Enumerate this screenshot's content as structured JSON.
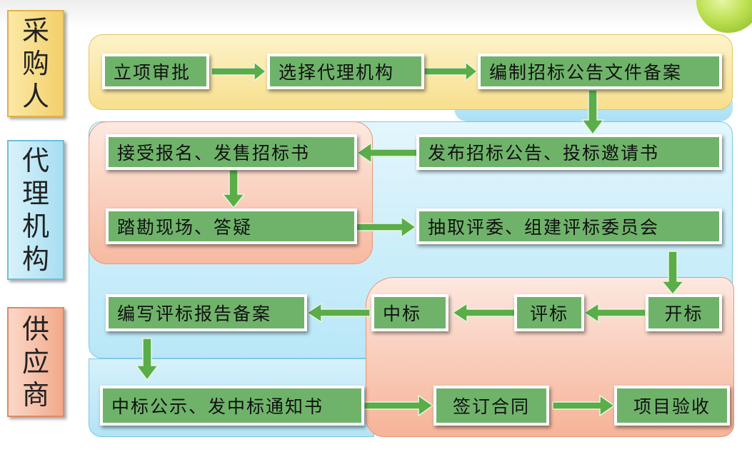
{
  "lanes": {
    "purchaser": [
      "采",
      "购",
      "人"
    ],
    "agency": [
      "代",
      "理",
      "机",
      "构"
    ],
    "supplier": [
      "供",
      "应",
      "商"
    ]
  },
  "steps": {
    "approval": "立项审批",
    "select_agency": "选择代理机构",
    "prepare_docs": "编制招标公告文件备案",
    "publish": "发布招标公告、投标邀请书",
    "register": "接受报名、发售招标书",
    "site_visit": "踏勘现场、答疑",
    "experts": "抽取评委、组建评标委员会",
    "open_bid": "开标",
    "evaluate": "评标",
    "win_bid": "中标",
    "report": "编写评标报告备案",
    "announce": "中标公示、发中标通知书",
    "contract": "签订合同",
    "acceptance": "项目验收"
  },
  "colors": {
    "box_fill": "#6fb36a",
    "arrow": "#5aad48",
    "lane_yellow": "#f8df8e",
    "lane_blue": "#b9e7f7",
    "lane_salmon": "#f6b398"
  }
}
